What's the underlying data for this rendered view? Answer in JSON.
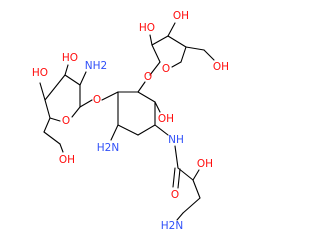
{
  "colors": {
    "background": "#ffffff",
    "bond": "#000000",
    "oxygen": "#ff0d0d",
    "nitrogen": "#3050f8"
  },
  "labels": {
    "nh2_sugar_left": "NH2",
    "oh_sugar_left_top": "HO",
    "oh_sugar_left_mid": "HO",
    "ring_o_left": "O",
    "oh_ch2_left": "OH",
    "ring_o_right": "O",
    "oh_furanose_left": "HO",
    "oh_furanose_right": "OH",
    "oh_ch2_right": "OH",
    "glyco_o_left": "O",
    "glyco_o_right": "O",
    "oh_cyclohexane": "OH",
    "nh2_cyclohexane": "H2N",
    "nh_amide": "NH",
    "oh_side_chain": "OH",
    "o_carbonyl": "O",
    "nh2_side_chain": "H2N"
  }
}
